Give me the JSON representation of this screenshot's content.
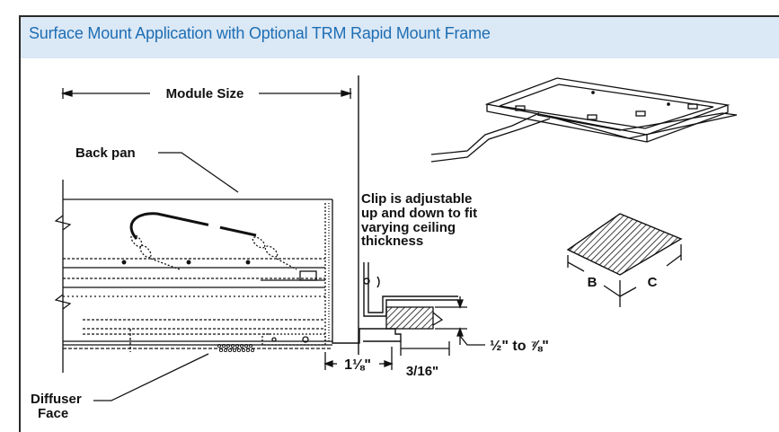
{
  "title": "Surface Mount Application with Optional TRM Rapid Mount Frame",
  "labels": {
    "module_size": "Module Size",
    "back_pan": "Back pan",
    "clip_note": [
      "Clip is adjustable",
      "up and down to fit",
      "varying ceiling",
      "thickness"
    ],
    "diffuser_face": [
      "Diffuser",
      "Face"
    ],
    "dim_offset": "1⅛\"",
    "dim_flange": "3/16\"",
    "dim_range": "½\" to ⅞\"",
    "tile_b": "B",
    "tile_c": "C"
  },
  "colors": {
    "title": "#1e6eb4",
    "title_bg": "#dbe8f5",
    "line": "#111111"
  }
}
